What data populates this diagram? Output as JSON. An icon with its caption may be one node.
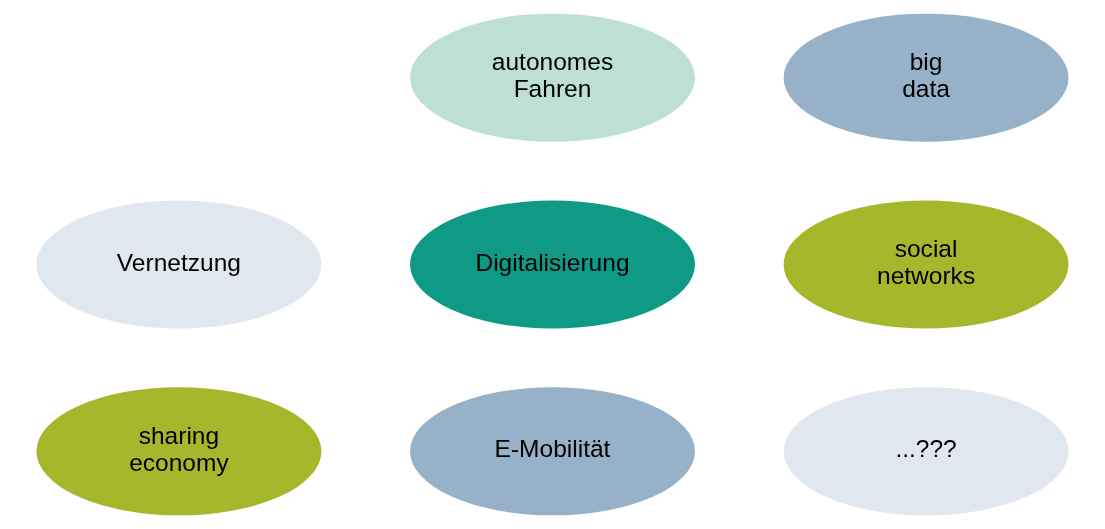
{
  "diagram": {
    "nodes": [
      {
        "text": [
          "autonomes Fahren"
        ]
      },
      {
        "text": [
          "big data"
        ]
      },
      {
        "text": [
          "Vernetzung"
        ]
      },
      {
        "text": [
          "Digitalisierung"
        ]
      },
      {
        "text": [
          "social networks"
        ]
      },
      {
        "text": [
          "sharing economy"
        ]
      },
      {
        "text": [
          "E-Mobilität"
        ]
      },
      {
        "text": [
          "...???"
        ]
      }
    ]
  }
}
